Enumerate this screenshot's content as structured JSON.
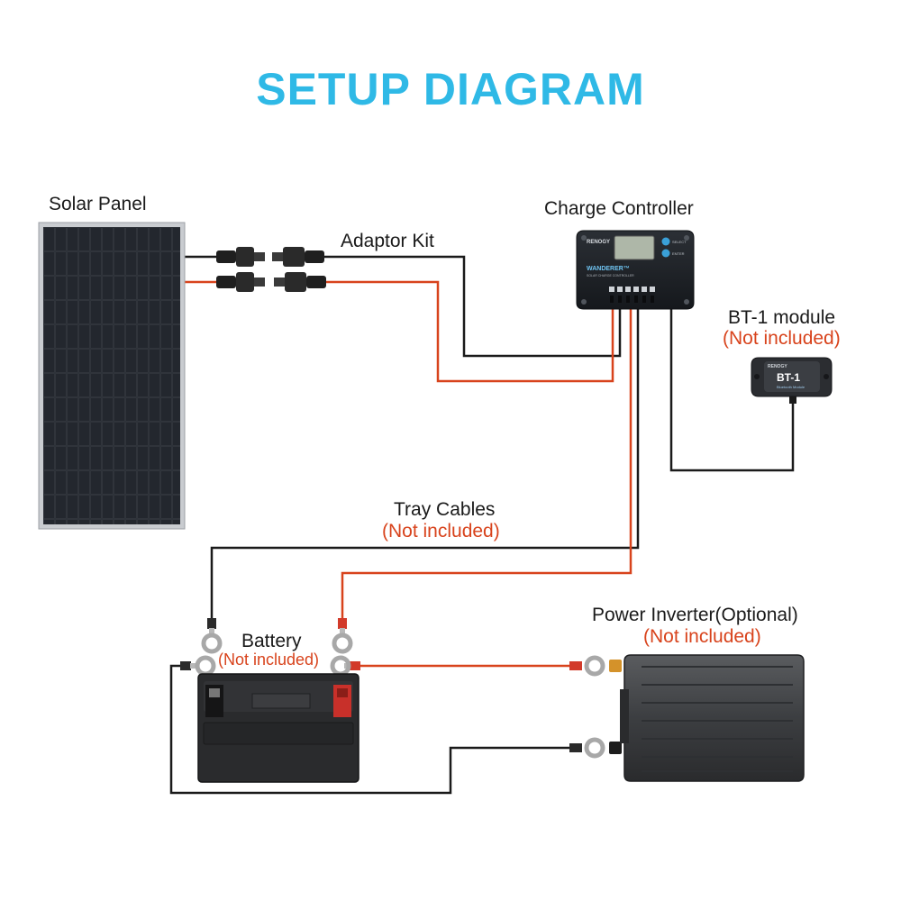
{
  "title": "SETUP DIAGRAM",
  "labels": {
    "solar_panel": "Solar Panel",
    "adaptor_kit": "Adaptor Kit",
    "charge_controller": "Charge Controller",
    "bt1_module": "BT-1 module",
    "bt1_note": "(Not included)",
    "tray_cables": "Tray Cables",
    "tray_note": "(Not included)",
    "battery": "Battery",
    "battery_note": "(Not included)",
    "inverter": "Power Inverter(Optional)",
    "inverter_note": "(Not included)"
  },
  "device_text": {
    "controller_brand": "RENOGY",
    "controller_model": "WANDERER™",
    "controller_sub": "SOLAR CHARGE CONTROLLER",
    "controller_btn1": "SELECT",
    "controller_btn2": "ENTER",
    "bt1_label": "BT-1",
    "bt1_brand": "RENOGY",
    "bt1_sub": "Bluetooth Module"
  },
  "colors": {
    "title": "#2fb9e6",
    "positive_wire": "#d8431c",
    "negative_wire": "#1a1a1a",
    "note_text": "#d8431c"
  }
}
